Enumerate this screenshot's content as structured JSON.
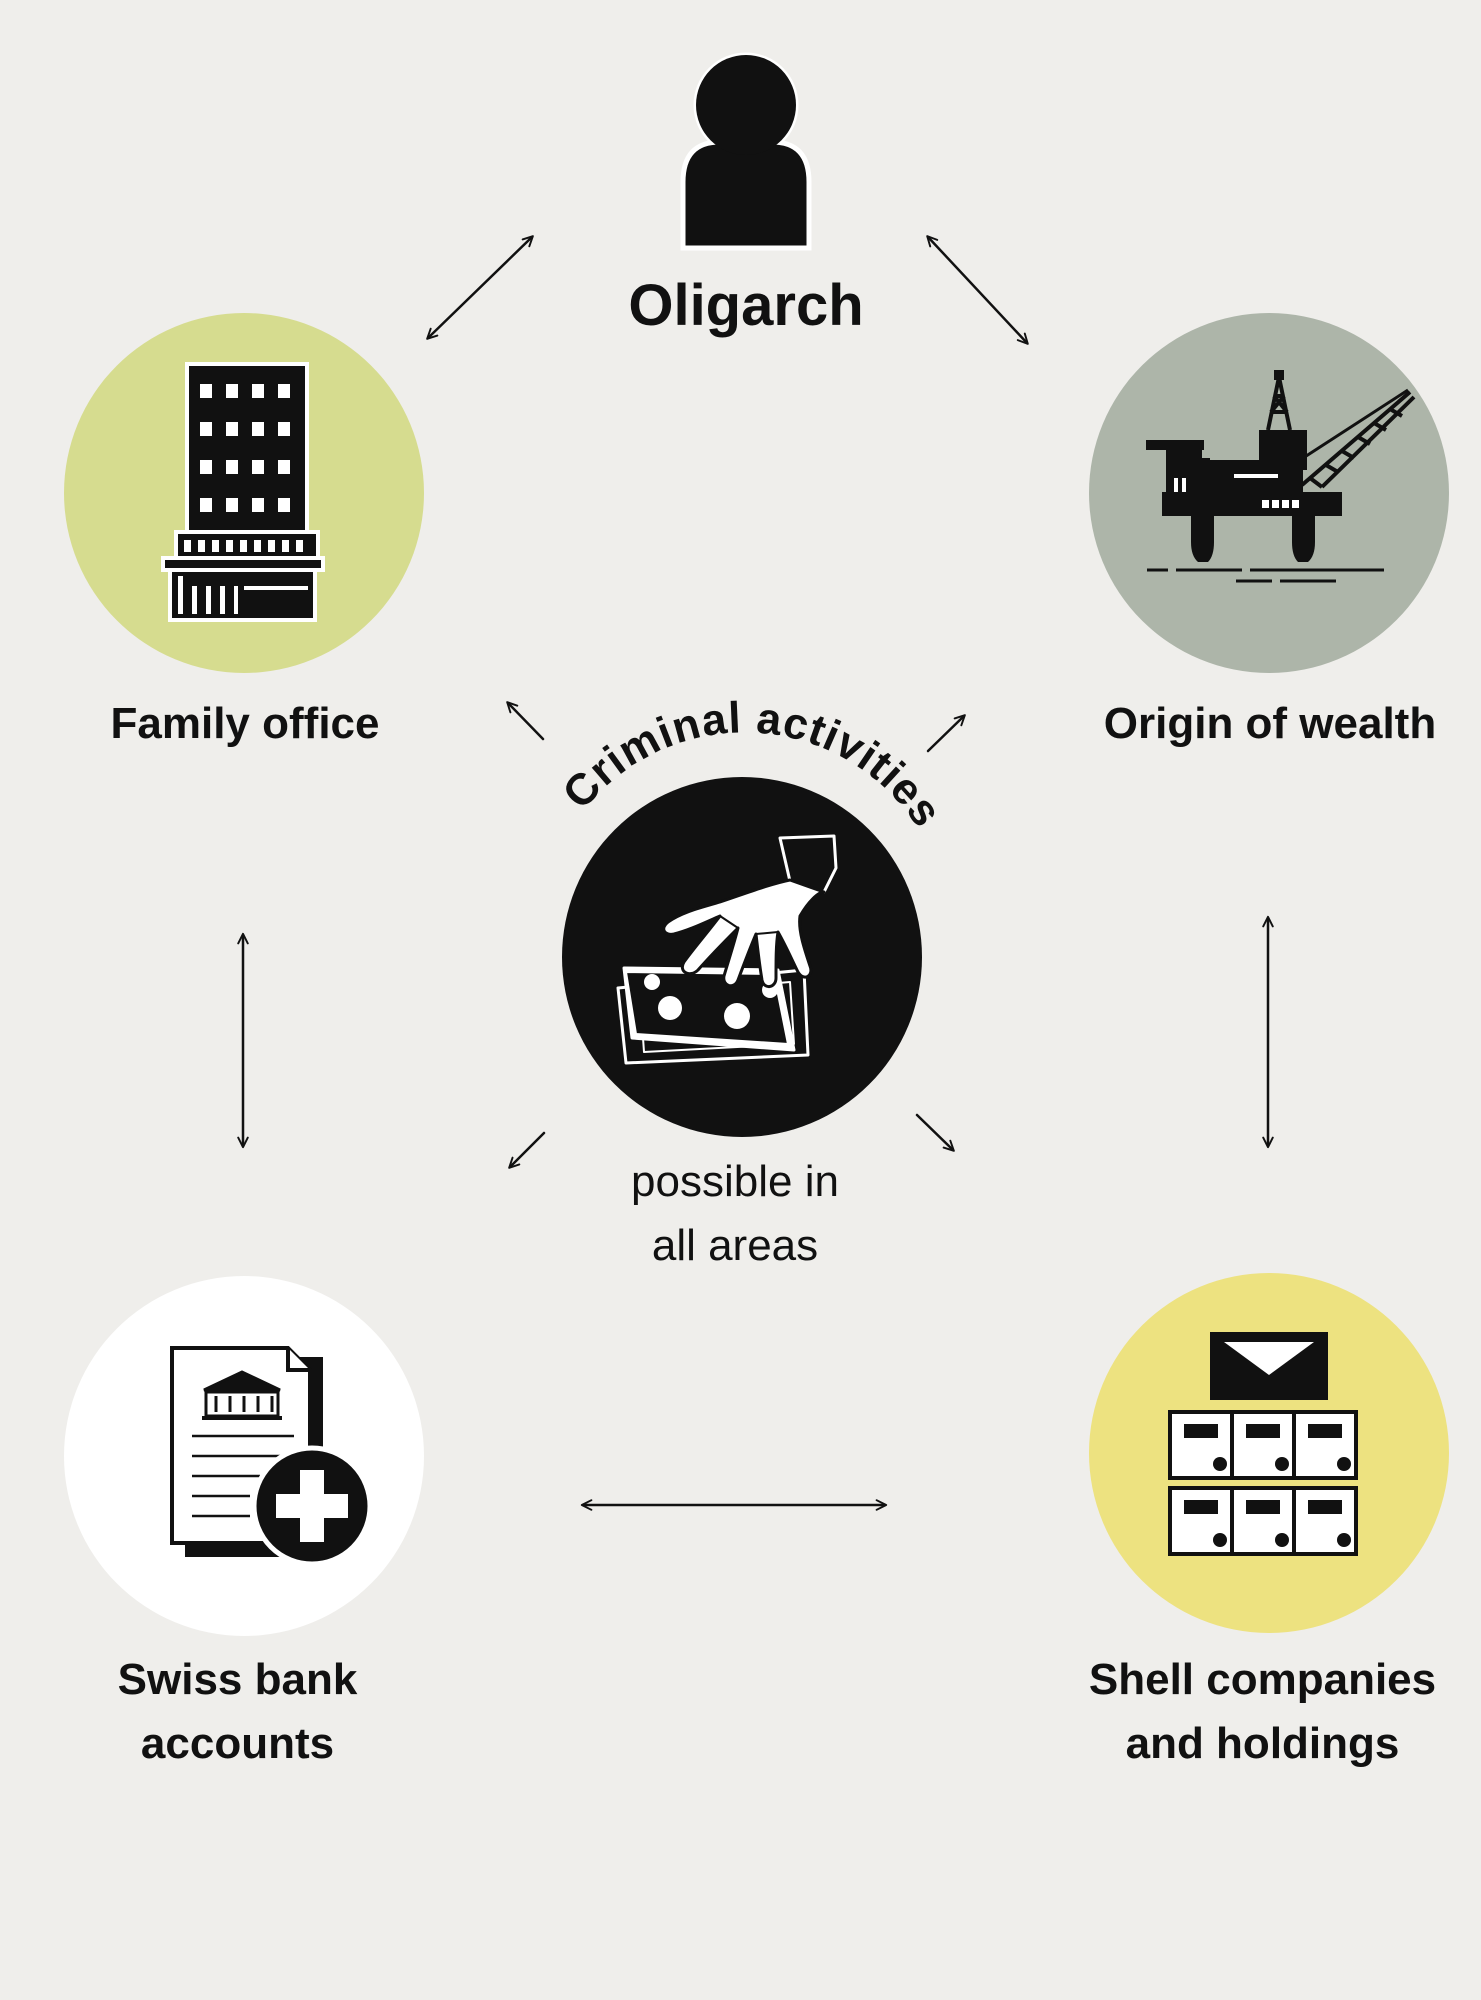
{
  "nodes": {
    "oligarch": {
      "label": "Oligarch",
      "icon": "person-icon"
    },
    "family_office": {
      "label": "Family office",
      "icon": "office-building-icon",
      "color": "#d6dc8f"
    },
    "origin_of_wealth": {
      "label": "Origin of wealth",
      "icon": "oil-rig-icon",
      "color": "#adb5a9"
    },
    "criminal_activities": {
      "label": "Criminal activities",
      "note_lines": [
        "possible in",
        "all areas"
      ],
      "icon": "hand-taking-money-icon",
      "color": "#111111"
    },
    "swiss_bank_accounts": {
      "label_lines": [
        "Swiss bank",
        "accounts"
      ],
      "icon": "bank-document-swiss-cross-icon",
      "color": "#ffffff"
    },
    "shell_companies": {
      "label_lines": [
        "Shell companies",
        "and holdings"
      ],
      "icon": "mailboxes-icon",
      "color": "#ede280"
    }
  },
  "colors": {
    "background": "#efeeeb",
    "ink": "#111111"
  }
}
